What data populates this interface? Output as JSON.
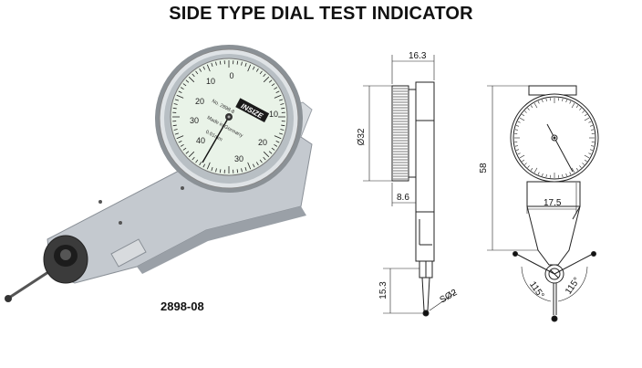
{
  "title": "SIDE TYPE DIAL TEST INDICATOR",
  "model": "2898-08",
  "photo": {
    "dial_numbers": [
      "10",
      "0",
      "10",
      "20",
      "30",
      "40",
      "30",
      "20"
    ],
    "brand": "INSIZE",
    "dial_text": [
      "No. 2898-8",
      "Made in Germany",
      "0.01mm"
    ]
  },
  "dimensions": {
    "width_top": "16.3",
    "dial_diameter": "Ø32",
    "body_offset": "8.6",
    "tip_length": "15.3",
    "tip_ball": "SØ2",
    "height": "58",
    "body_width": "17.5",
    "angle_left": "115°",
    "angle_right": "115°"
  }
}
